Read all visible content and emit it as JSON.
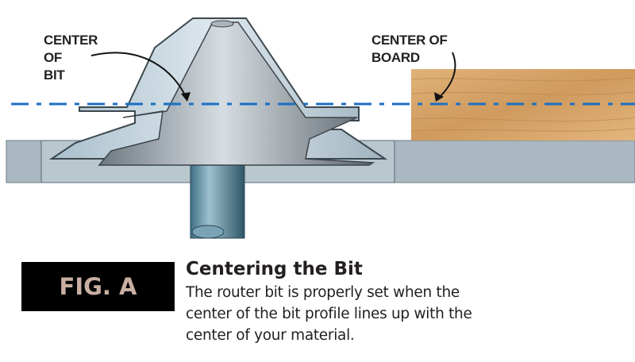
{
  "labels": {
    "center_of_bit": [
      "CENTER",
      "OF",
      "BIT"
    ],
    "center_of_board": [
      "CENTER OF",
      "BOARD"
    ]
  },
  "figure": {
    "tag": "FIG. A",
    "title": "Centering the Bit",
    "caption_lines": [
      "The router bit is properly set when the",
      "center of the bit profile lines up with the",
      "center of your material."
    ]
  },
  "colors": {
    "center_line": "#1a6fc4",
    "wood": "#d9a569",
    "table": "#a9b8c1",
    "fig_box": "#000000",
    "fig_text": "#c9aea2"
  }
}
